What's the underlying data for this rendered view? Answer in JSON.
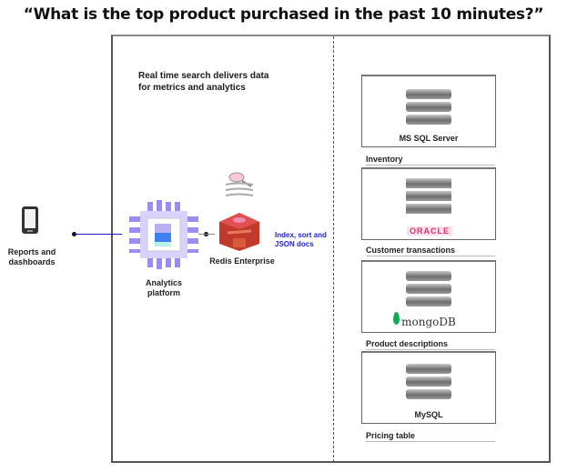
{
  "title": "“What is the top product purchased in the past 10 minutes?”",
  "caption": {
    "line1": "Real time search delivers data",
    "line2": "for metrics and analytics"
  },
  "client": {
    "icon": "mobile-device-icon",
    "line1": "Reports and",
    "line2": "dashboards"
  },
  "analytics": {
    "icon": "processor-chip-icon",
    "line1": "Analytics",
    "line2": "platform"
  },
  "redis": {
    "icon": "redis-cube-icon",
    "search_icon": "search-stack-icon",
    "label": "Redis Enterprise",
    "note_line1": "Index, sort and",
    "note_line2": "JSON docs"
  },
  "databases": [
    {
      "name": "MS SQL Server",
      "caption": "Inventory",
      "icon": "database-server-icon"
    },
    {
      "name": "ORACLE",
      "caption": "Customer transactions",
      "icon": "database-server-icon"
    },
    {
      "name": "mongoDB",
      "caption": "Product descriptions",
      "icon": "database-server-icon"
    },
    {
      "name": "MySQL",
      "caption": "Pricing table",
      "icon": "database-server-icon"
    }
  ],
  "colors": {
    "arrow": "#1b1bd0",
    "redis_red": "#c0392b",
    "chip_purple": "#9a8cf0",
    "oracle_red": "#e0306a",
    "mongo_green": "#13aa52"
  }
}
